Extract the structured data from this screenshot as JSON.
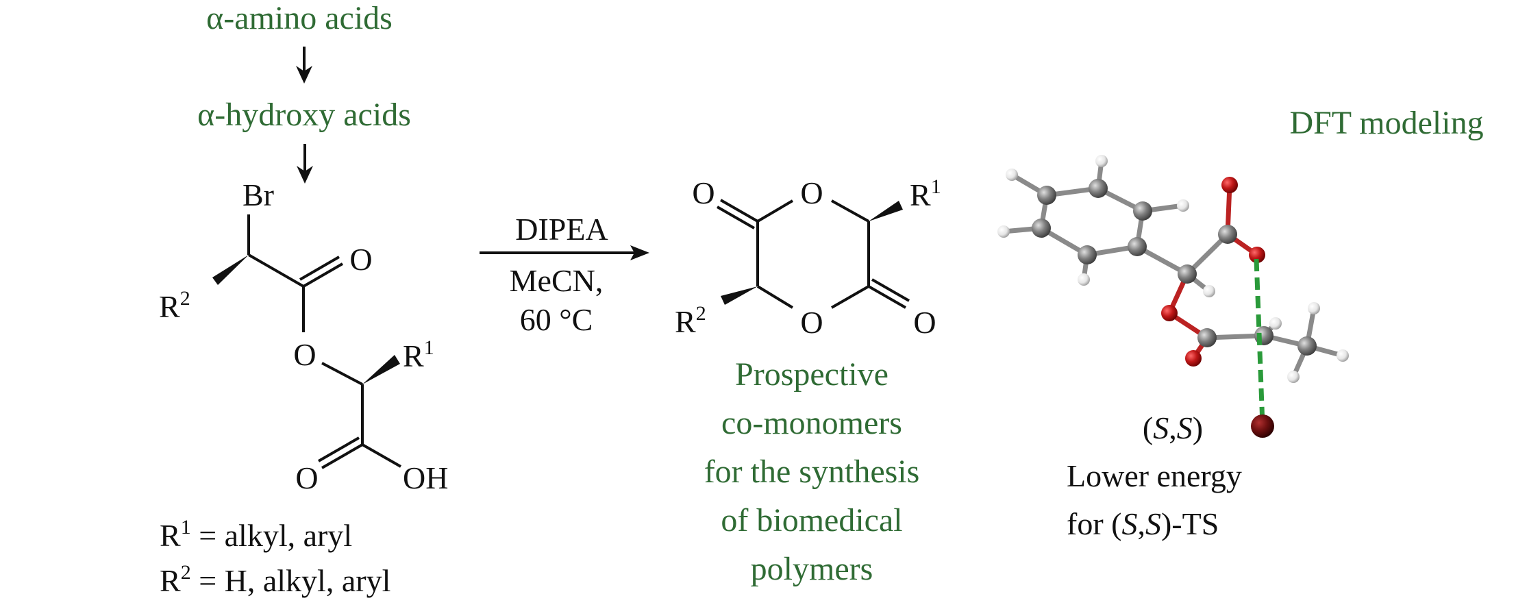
{
  "pathway": {
    "step1": "α-amino acids",
    "step2": "α-hydroxy acids"
  },
  "reactant": {
    "br": "Br",
    "o_carbonyl": "O",
    "o_ester": "O",
    "r2": "R",
    "r2_sup": "2",
    "r1": "R",
    "r1_sup": "1",
    "o_acid": "O",
    "oh": "OH",
    "def_r1": "R",
    "def_r1_sup": "1",
    "def_r1_text": " = alkyl, aryl",
    "def_r2": "R",
    "def_r2_sup": "2",
    "def_r2_text": " = H, alkyl, aryl"
  },
  "conditions": {
    "reagent": "DIPEA",
    "solvent": "MeCN,",
    "temperature": "60 °C"
  },
  "product": {
    "o_left": "O",
    "o_top": "O",
    "o_bottom": "O",
    "o_right": "O",
    "r1": "R",
    "r1_sup": "1",
    "r2": "R",
    "r2_sup": "2",
    "caption": [
      "Prospective",
      "co-monomers",
      "for the synthesis",
      "of biomedical",
      "polymers"
    ]
  },
  "dft": {
    "title": "DFT modeling",
    "stereo_open": "(",
    "stereo_s1": "S",
    "stereo_comma": ",",
    "stereo_s2": "S",
    "stereo_close": ")",
    "line1": "Lower energy",
    "line2_pre": "for (",
    "line2_s1": "S",
    "line2_comma": ",",
    "line2_s2": "S",
    "line2_post": ")-TS"
  },
  "colors": {
    "green_text": "#2f6b34",
    "carbon": "#7a7a7a",
    "oxygen": "#c01818",
    "hydrogen": "#eeeeee",
    "bromine": "#6e1010",
    "ts_bond": "#2a9a3a"
  }
}
